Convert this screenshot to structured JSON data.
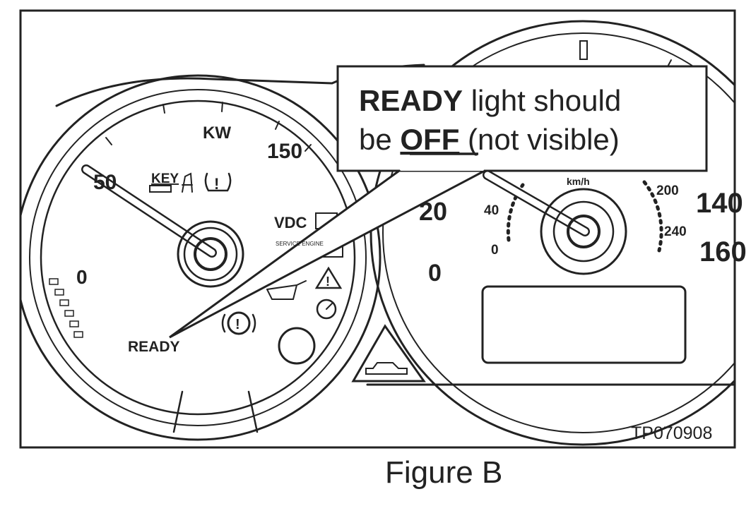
{
  "callout": {
    "line1_bold": "READY",
    "line1_rest": " light should",
    "line2_start": "be ",
    "line2_bold_underline": "OFF",
    "line2_rest": " (not visible)"
  },
  "left_gauge": {
    "unit": "KW",
    "label_150": "150",
    "label_50": "50",
    "label_0": "0",
    "key_label": "KEY",
    "vdc_label": "VDC",
    "ready_label": "READY",
    "service_label": "SERVICE ENGINE"
  },
  "right_gauge": {
    "unit": "km/h",
    "label_20": "20",
    "label_0": "0",
    "label_140": "140",
    "label_160": "160",
    "label_200": "200",
    "label_240": "240",
    "label_40": "40",
    "label_small_0": "0"
  },
  "figure_code": "TP070908",
  "caption": "Figure B"
}
